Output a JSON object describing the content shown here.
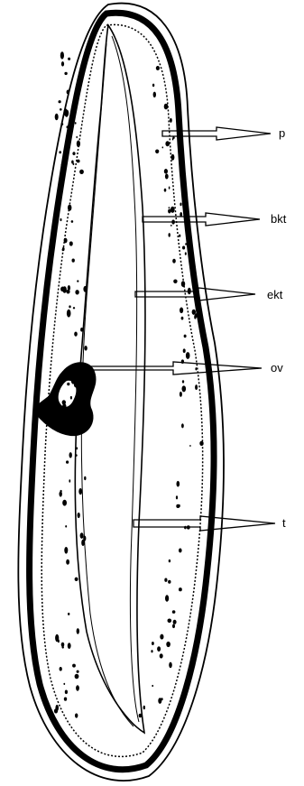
{
  "labels": {
    "p": "p",
    "bkt": "bkt",
    "ekt": "ekt",
    "ov": "ov",
    "t": "t"
  },
  "colors": {
    "ink": "#000000",
    "paper": "#ffffff"
  }
}
